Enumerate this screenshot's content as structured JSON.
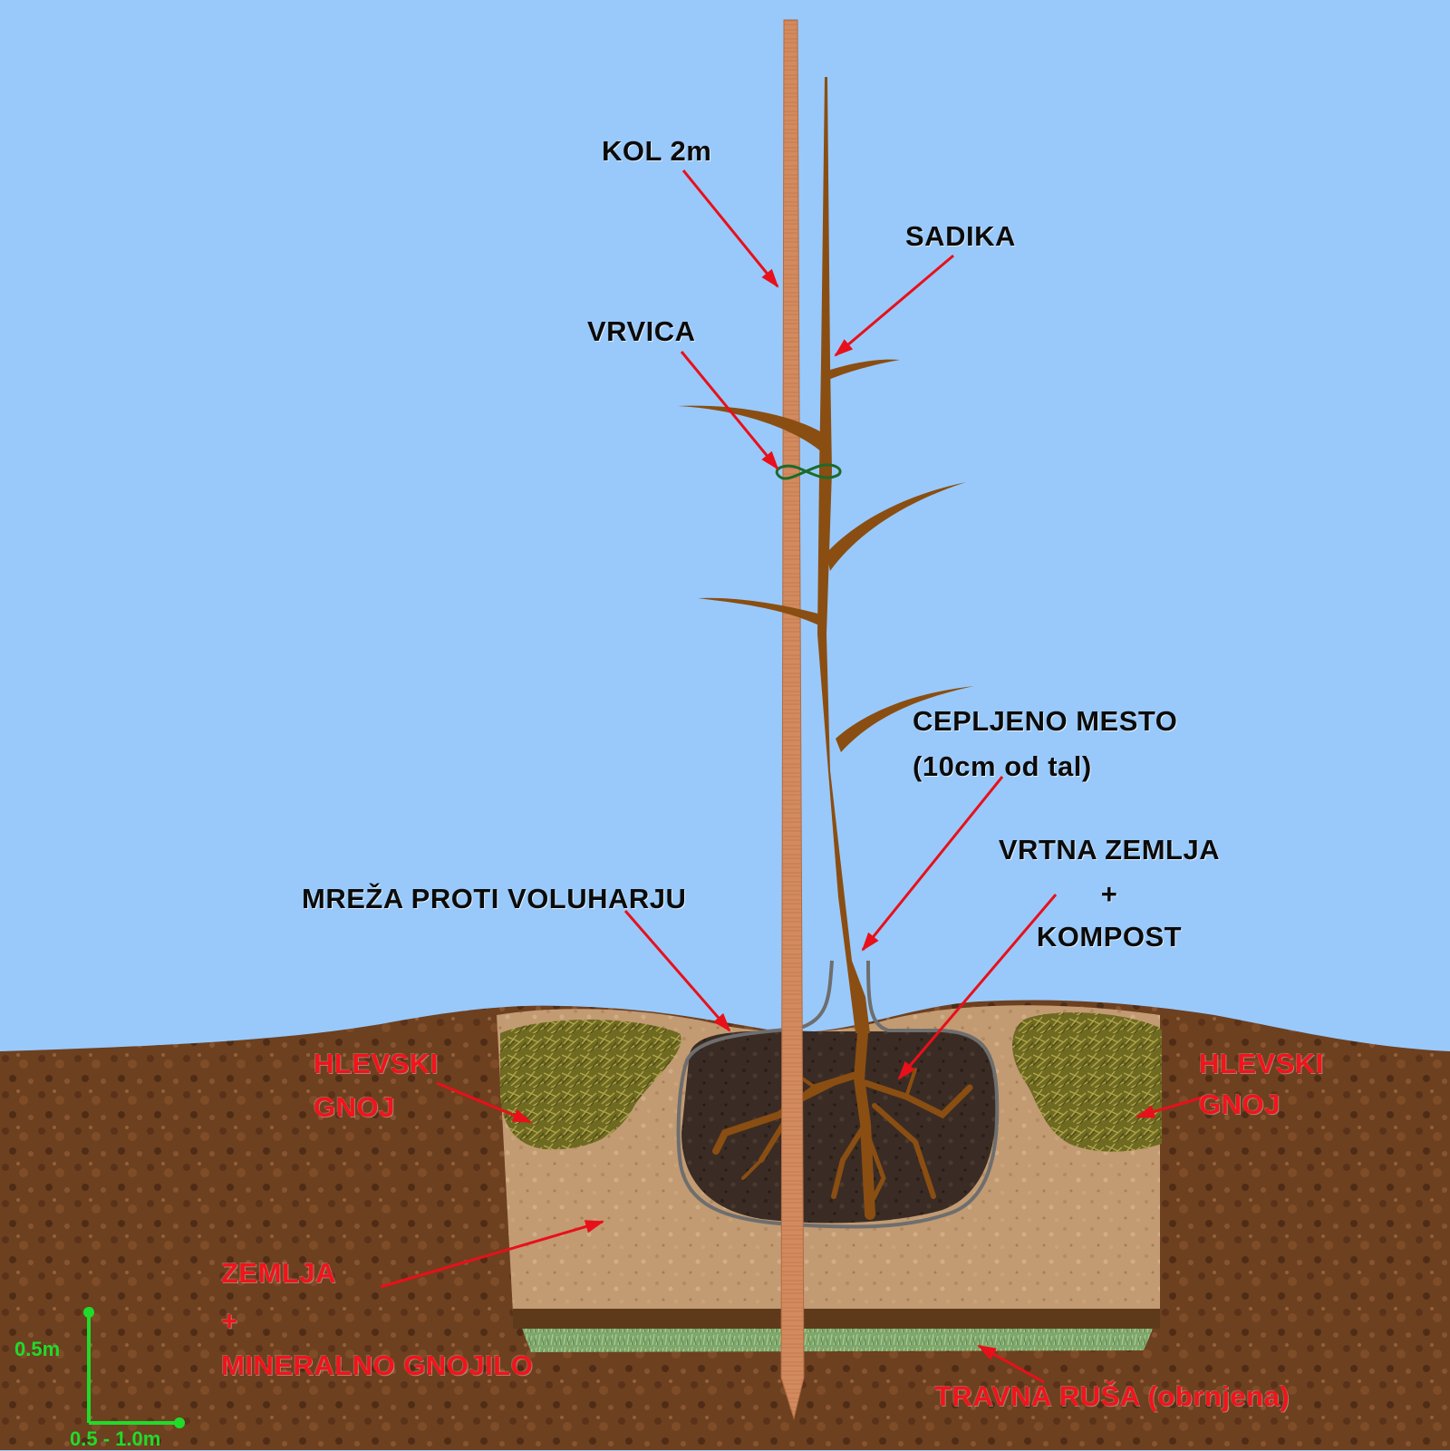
{
  "labels": {
    "kol": "KOL 2m",
    "sadika": "SADIKA",
    "vrvica": "VRVICA",
    "cepljeno_line1": "CEPLJENO MESTO",
    "cepljeno_line2": "(10cm od tal)",
    "vrtna_line1": "VRTNA ZEMLJA",
    "vrtna_line2": "+",
    "vrtna_line3": "KOMPOST",
    "mreza": "MREŽA PROTI VOLUHARJU",
    "hlevski_left_line1": "HLEVSKI",
    "hlevski_left_line2": "GNOJ",
    "hlevski_right_line1": "HLEVSKI",
    "hlevski_right_line2": "GNOJ",
    "zemlja_line1": "ZEMLJA",
    "zemlja_line2": "+",
    "zemlja_line3": "MINERALNO GNOJILO",
    "travna": "TRAVNA RUŠA (obrnjena)"
  },
  "scale": {
    "vertical": "0.5m",
    "horizontal": "0.5 - 1.0m"
  },
  "colors": {
    "sky": "#99c9fb",
    "soil_dark": "#6a3d1e",
    "soil_light": "#c19a72",
    "compost": "#3a2b22",
    "manure": "#7d7a2a",
    "turf": "#8bb07a",
    "stake": "#d58a60",
    "seedling": "#8a4e12",
    "arrow": "#e8101a",
    "scale": "#1fdc2a"
  }
}
